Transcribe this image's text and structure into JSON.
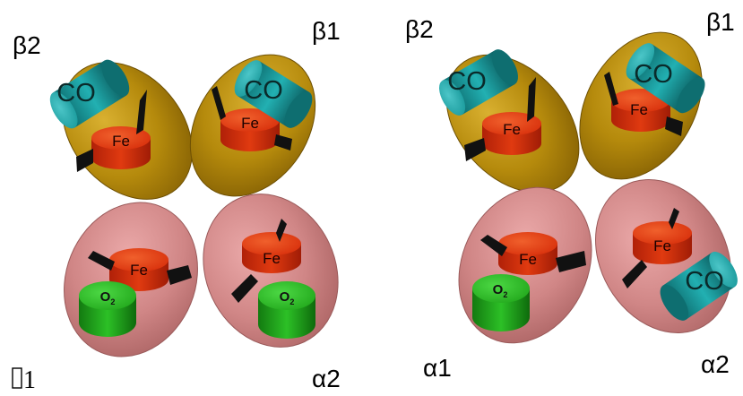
{
  "panels": [
    {
      "labels": {
        "beta2": "β2",
        "beta1": "β1",
        "alpha1": "1",
        "alpha1_prefix": "",
        "alpha2": "α2"
      },
      "subunits": {
        "beta2": {
          "heme": "Fe",
          "ligand": "CO"
        },
        "beta1": {
          "heme": "Fe",
          "ligand": "CO"
        },
        "alpha1": {
          "heme": "Fe",
          "ligand": "O",
          "ligand_sub": "2"
        },
        "alpha2": {
          "heme": "Fe",
          "ligand": "O",
          "ligand_sub": "2"
        }
      }
    },
    {
      "labels": {
        "beta2": "β2",
        "beta1": "β1",
        "alpha1": "α1",
        "alpha2": "α2"
      },
      "subunits": {
        "beta2": {
          "heme": "Fe",
          "ligand": "CO"
        },
        "beta1": {
          "heme": "Fe",
          "ligand": "CO"
        },
        "alpha1": {
          "heme": "Fe",
          "ligand": "O",
          "ligand_sub": "2"
        },
        "alpha2": {
          "heme": "Fe",
          "ligand": "CO"
        }
      }
    }
  ],
  "colors": {
    "beta_subunit": "#b58a0c",
    "alpha_subunit": "#d08686",
    "heme": "#d8300c",
    "co": "#1a9a9c",
    "o2": "#22a81c",
    "histidine": "#111111"
  },
  "icons": {
    "missing_glyph": "tofu-box"
  }
}
